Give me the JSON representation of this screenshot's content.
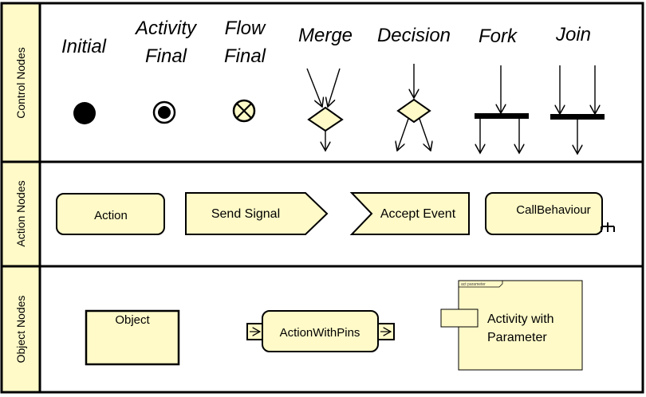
{
  "lanes": {
    "control": "Control Nodes",
    "action": "Action Nodes",
    "object": "Object Nodes"
  },
  "control_nodes": {
    "initial": "Initial",
    "activity_final_1": "Activity",
    "activity_final_2": "Final",
    "flow_final_1": "Flow",
    "flow_final_2": "Final",
    "merge": "Merge",
    "decision": "Decision",
    "fork": "Fork",
    "join": "Join"
  },
  "action_nodes": {
    "action": "Action",
    "send_signal": "Send Signal",
    "accept_event": "Accept Event",
    "call_behaviour": "CallBehaviour"
  },
  "object_nodes": {
    "object": "Object",
    "action_with_pins": "ActionWithPins",
    "activity_frame_label": "act parameter",
    "activity_param_1": "Activity with",
    "activity_param_2": "Parameter"
  },
  "colors": {
    "node_fill": "#fffac8",
    "lane_fill": "#fffac8",
    "stroke": "#000000"
  }
}
